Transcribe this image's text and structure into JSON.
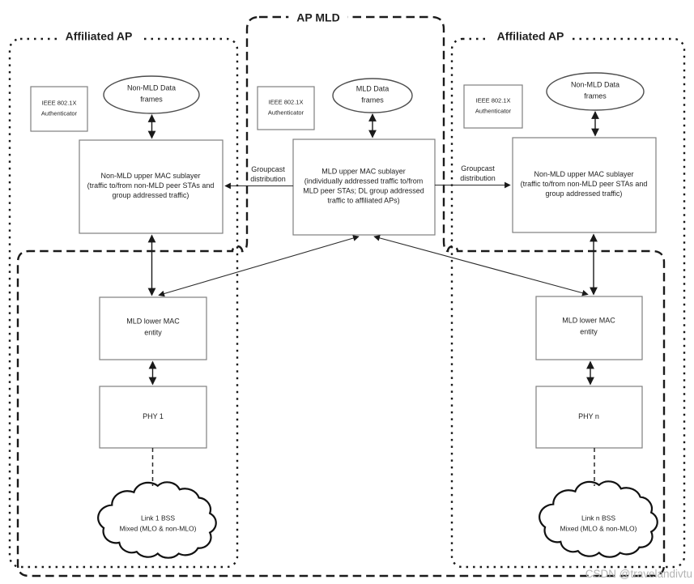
{
  "titles": {
    "ap_mld": "AP MLD",
    "affiliated_left": "Affiliated AP",
    "affiliated_right": "Affiliated AP"
  },
  "nodes": {
    "ieee_authenticator_left": "IEEE 802.1X\nAuthenticator",
    "ieee_authenticator_center": "IEEE 802.1X\nAuthenticator",
    "ieee_authenticator_right": "IEEE 802.1X\nAuthenticator",
    "data_frames_left": "Non-MLD Data\nframes",
    "data_frames_center": "MLD Data\nframes",
    "data_frames_right": "Non-MLD Data\nframes",
    "upper_mac_left": "Non-MLD upper MAC sublayer\n(traffic to/from non-MLD peer STAs and\ngroup addressed traffic)",
    "upper_mac_center": "MLD upper MAC sublayer\n(individually addressed traffic to/from\nMLD peer STAs; DL group addressed\ntraffic to affiliated APs)",
    "upper_mac_right": "Non-MLD upper MAC sublayer\n(traffic to/from non-MLD peer STAs and\ngroup addressed traffic)",
    "lower_mac_left": "MLD lower MAC\nentity",
    "lower_mac_right": "MLD lower MAC\nentity",
    "phy_left": "PHY 1",
    "phy_right": "PHY n",
    "bss_left": "Link 1 BSS\nMixed (MLO & non-MLO)",
    "bss_right": "Link n BSS\nMixed (MLO & non-MLO)"
  },
  "edge_labels": {
    "groupcast_left": "Groupcast\ndistribution",
    "groupcast_right": "Groupcast\ndistribution"
  },
  "watermark": "CSDN @travelandivtu",
  "colors": {
    "line": "#1a1a1a",
    "box_border": "#7f7f7f",
    "watermark": "#b4b4b4",
    "background": "#ffffff"
  }
}
